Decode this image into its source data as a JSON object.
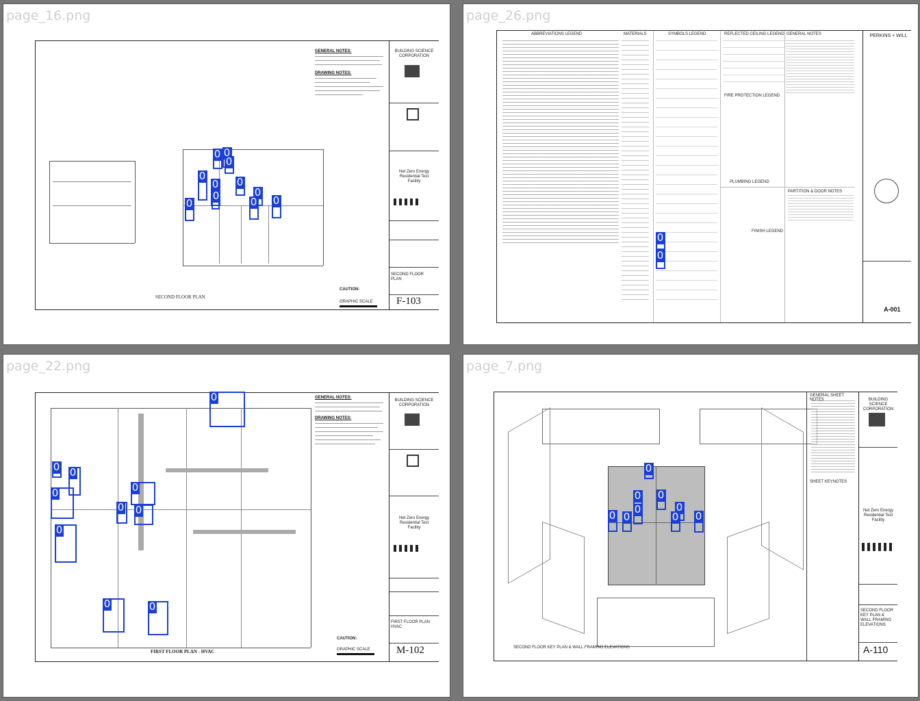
{
  "tiles": [
    {
      "label": "page_16.png",
      "sheet_no": "F-103",
      "plan_caption": "SECOND FLOOR PLAN",
      "notes": [
        "GENERAL NOTES:",
        "DRAWING NOTES:"
      ],
      "firm": "BUILDING SCIENCE CORPORATION",
      "project": "Net Zero Energy Residential Test Facility",
      "sheet_title": "SECOND FLOOR PLAN",
      "caution": "CAUTION:",
      "scale": "GRAPHIC SCALE",
      "detections": [
        "0",
        "0",
        "0",
        "0",
        "0",
        "0",
        "0",
        "0",
        "0",
        "0",
        "0"
      ]
    },
    {
      "label": "page_26.png",
      "sheet_no": "A-001",
      "firm": "PERKINS + WILL",
      "legends": [
        "ABBREVIATIONS LEGEND",
        "MATERIALS",
        "SYMBOLS LEGEND",
        "REFLECTED CEILING LEGEND",
        "GENERAL NOTES",
        "FIRE PROTECTION LEGEND",
        "PLUMBING LEGEND",
        "FINISH LEGEND",
        "PARTITION & DOOR NOTES"
      ],
      "detections": [
        "0",
        "0"
      ]
    },
    {
      "label": "page_22.png",
      "sheet_no": "M-102",
      "plan_caption": "FIRST FLOOR PLAN - HVAC",
      "notes": [
        "GENERAL NOTES:",
        "DRAWING NOTES:"
      ],
      "firm": "BUILDING SCIENCE CORPORATION",
      "project": "Net Zero Energy Residential Test Facility",
      "sheet_title": "FIRST FLOOR PLAN HVAC",
      "caution": "CAUTION:",
      "scale": "GRAPHIC SCALE",
      "detections": [
        "0",
        "0",
        "0",
        "0",
        "0",
        "0",
        "0",
        "0",
        "0",
        "0"
      ]
    },
    {
      "label": "page_7.png",
      "sheet_no": "A-110",
      "plan_caption": "SECOND FLOOR KEY PLAN & WALL FRAMING ELEVATIONS",
      "notes": [
        "GENERAL SHEET NOTES",
        "SHEET KEYNOTES"
      ],
      "firm": "BUILDING SCIENCE CORPORATION",
      "project": "Net Zero Energy Residential Test Facility",
      "sheet_title": "SECOND FLOOR KEY PLAN & WALL FRAMING ELEVATIONS",
      "detections": [
        "0",
        "0",
        "0",
        "0",
        "0",
        "0",
        "0",
        "0",
        "0"
      ]
    }
  ],
  "colors": {
    "detection": "#1a3fd6",
    "background": "#777777",
    "label": "#cfcfcf"
  }
}
